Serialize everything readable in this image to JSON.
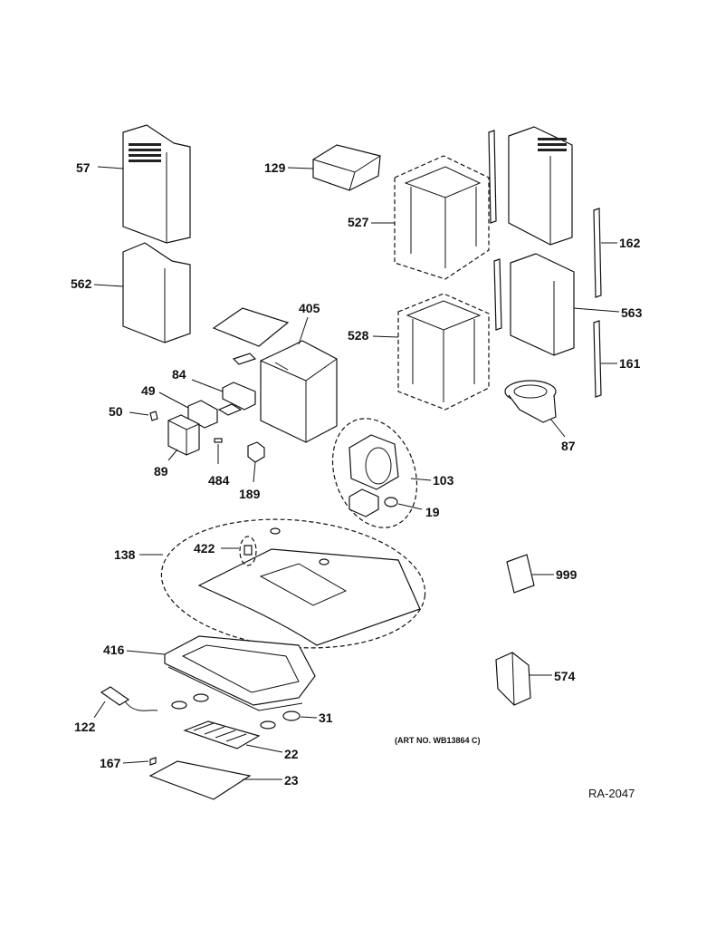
{
  "callouts": {
    "c57": "57",
    "c562": "562",
    "c129": "129",
    "c527": "527",
    "c528": "528",
    "c162": "162",
    "c563": "563",
    "c161": "161",
    "c405": "405",
    "c84": "84",
    "c49": "49",
    "c50": "50",
    "c89": "89",
    "c484": "484",
    "c189": "189",
    "c103": "103",
    "c19": "19",
    "c87": "87",
    "c138": "138",
    "c422": "422",
    "c999": "999",
    "c416": "416",
    "c574": "574",
    "c122": "122",
    "c31": "31",
    "c22": "22",
    "c167": "167",
    "c23": "23"
  },
  "art_note": "(ART NO. WB13864 C)",
  "diagram_code": "RA-2047"
}
